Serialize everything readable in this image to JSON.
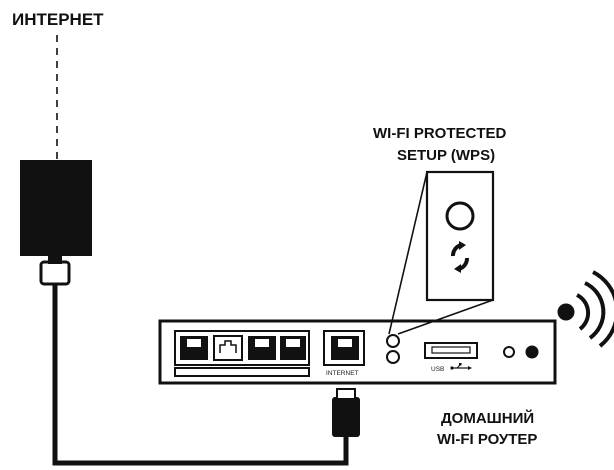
{
  "labels": {
    "internet": "ИНТЕРНЕТ",
    "wps_line1": "WI-FI PROTECTED",
    "wps_line2": "SETUP (WPS)",
    "router_line1": "ДОМАШНИЙ",
    "router_line2": "WI-FI РОУТЕР",
    "port_internet": "INTERNET",
    "port_usb": "USB"
  },
  "colors": {
    "ink": "#111111",
    "paper": "#ffffff"
  },
  "icons": {
    "wps_button": "wps-refresh-icon",
    "usb_symbol": "usb-icon",
    "wifi_waves": "wifi-signal-icon"
  }
}
